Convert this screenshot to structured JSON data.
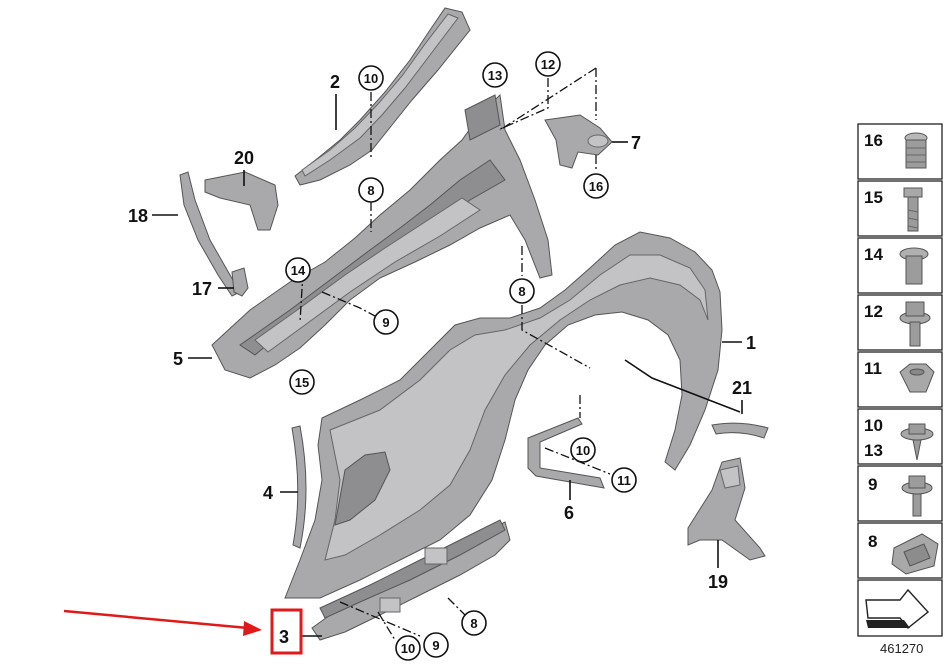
{
  "diagram": {
    "document_number": "461270",
    "highlight_color": "#e01a1a",
    "part_callouts": [
      {
        "name": "callout-1",
        "label": "1"
      },
      {
        "name": "callout-2",
        "label": "2"
      },
      {
        "name": "callout-3",
        "label": "3"
      },
      {
        "name": "callout-4",
        "label": "4"
      },
      {
        "name": "callout-5",
        "label": "5"
      },
      {
        "name": "callout-6",
        "label": "6"
      },
      {
        "name": "callout-7",
        "label": "7"
      },
      {
        "name": "callout-17",
        "label": "17"
      },
      {
        "name": "callout-18",
        "label": "18"
      },
      {
        "name": "callout-19",
        "label": "19"
      },
      {
        "name": "callout-20",
        "label": "20"
      },
      {
        "name": "callout-21",
        "label": "21"
      }
    ],
    "circled_callouts": [
      {
        "name": "circle-10-top",
        "label": "10"
      },
      {
        "name": "circle-13",
        "label": "13"
      },
      {
        "name": "circle-12",
        "label": "12"
      },
      {
        "name": "circle-8-top",
        "label": "8"
      },
      {
        "name": "circle-16",
        "label": "16"
      },
      {
        "name": "circle-14",
        "label": "14"
      },
      {
        "name": "circle-8-mid",
        "label": "8"
      },
      {
        "name": "circle-9-mid",
        "label": "9"
      },
      {
        "name": "circle-15",
        "label": "15"
      },
      {
        "name": "circle-10-bracket",
        "label": "10"
      },
      {
        "name": "circle-11",
        "label": "11"
      },
      {
        "name": "circle-8-bottom",
        "label": "8"
      },
      {
        "name": "circle-10-bottom",
        "label": "10"
      },
      {
        "name": "circle-9-bottom",
        "label": "9"
      }
    ],
    "legend": [
      {
        "label": "16",
        "icon": "threaded-insert-icon"
      },
      {
        "label": "15",
        "icon": "bolt-icon"
      },
      {
        "label": "14",
        "icon": "expansion-nut-icon"
      },
      {
        "label": "12",
        "icon": "flange-bolt-icon"
      },
      {
        "label": "11",
        "icon": "hex-nut-icon"
      },
      {
        "label": "10\n13",
        "icon": "washer-screw-icon"
      },
      {
        "label": "9",
        "icon": "collar-screw-icon"
      },
      {
        "label": "8",
        "icon": "clip-nut-icon"
      },
      {
        "label": "",
        "icon": "arrow-pointer-icon"
      }
    ]
  }
}
